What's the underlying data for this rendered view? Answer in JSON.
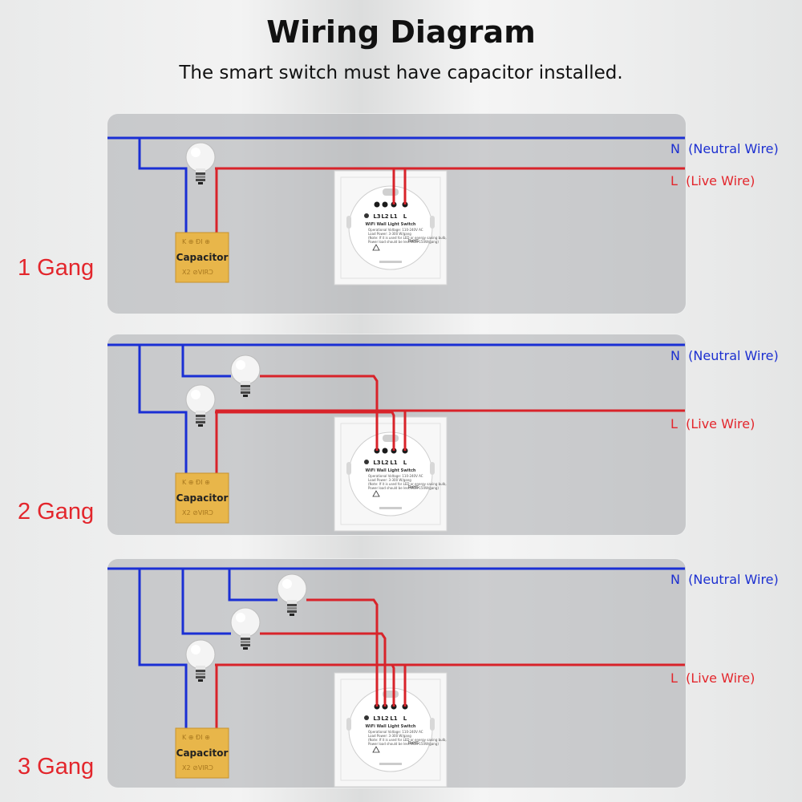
{
  "header": {
    "title": "Wiring Diagram",
    "subtitle": "The smart switch must have capacitor installed."
  },
  "labels": {
    "neutral_letter": "N",
    "neutral_text": "(Neutral Wire)",
    "live_letter": "L",
    "live_text": "(Live Wire)",
    "capacitor": "Capacitor"
  },
  "switch_terminals": [
    "L3",
    "L2",
    "L1",
    "L"
  ],
  "switch_text": {
    "model": "WiFi Wall Light Switch",
    "line1": "Operational Voltage: 110-240V AC",
    "line2": "Load Power: 3-300 W/gang",
    "line3": "(Note: If it is used for LED or energy saving bulb,",
    "line4": "Power load should be less than 150W/gang)",
    "cert": "RoHS"
  },
  "sections": [
    {
      "name": "1 Gang",
      "gangs": 1
    },
    {
      "name": "2 Gang",
      "gangs": 2
    },
    {
      "name": "3 Gang",
      "gangs": 3
    }
  ],
  "colors": {
    "neutral": "#1a2fd4",
    "live": "#d8232a",
    "title": "#111111",
    "gang_label": "#e3262c",
    "capacitor": "#e8b64a"
  }
}
